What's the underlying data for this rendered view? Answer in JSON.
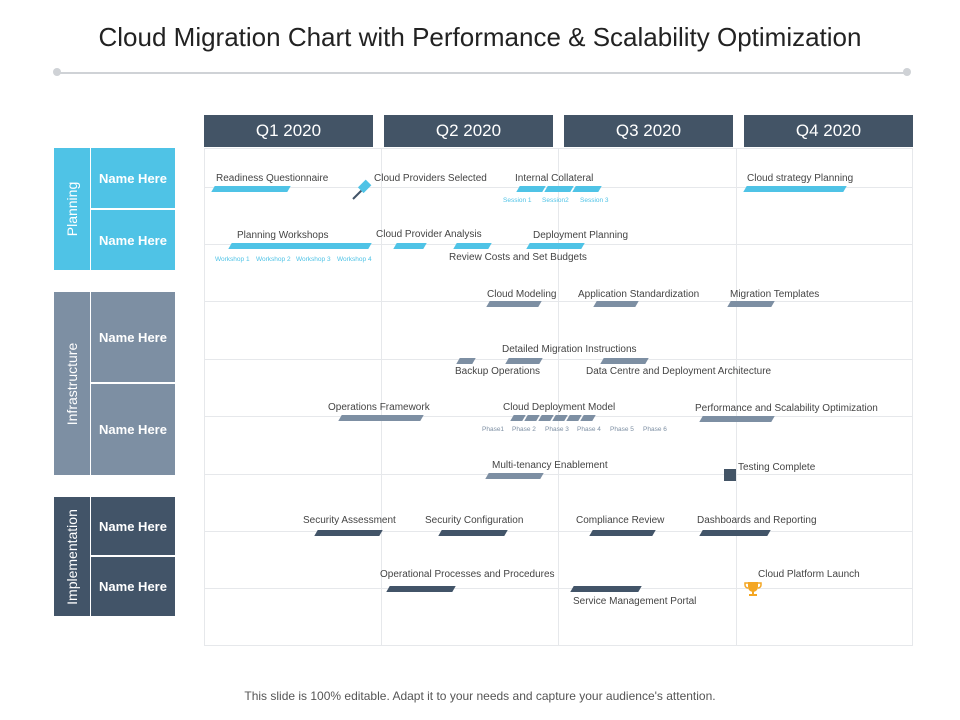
{
  "title": "Cloud Migration Chart with Performance & Scalability Optimization",
  "quarters": [
    "Q1 2020",
    "Q2 2020",
    "Q3 2020",
    "Q4 2020"
  ],
  "categories": [
    {
      "label": "Planning",
      "color": "#4fc3e6",
      "rows": [
        "Name Here",
        "Name Here"
      ]
    },
    {
      "label": "Infrastructure",
      "color": "#7d8fa3",
      "rows": [
        "Name Here",
        "Name Here"
      ]
    },
    {
      "label": "Implementation",
      "color": "#425468",
      "rows": [
        "Name Here",
        "Name Here"
      ]
    }
  ],
  "tasks": {
    "readiness_questionnaire": "Readiness Questionnaire",
    "cloud_providers_selected": "Cloud Providers Selected",
    "internal_collateral": "Internal Collateral",
    "cloud_strategy_planning": "Cloud strategy Planning",
    "planning_workshops": "Planning Workshops",
    "cloud_provider_analysis": "Cloud Provider Analysis",
    "deployment_planning": "Deployment Planning",
    "review_costs": "Review Costs and Set Budgets",
    "cloud_modeling": "Cloud Modeling",
    "application_standardization": "Application Standardization",
    "migration_templates": "Migration Templates",
    "detailed_migration_instructions": "Detailed Migration Instructions",
    "backup_operations": "Backup Operations",
    "data_centre": "Data Centre and Deployment Architecture",
    "operations_framework": "Operations Framework",
    "cloud_deployment_model": "Cloud Deployment Model",
    "performance_scalability": "Performance and Scalability Optimization",
    "multi_tenancy": "Multi-tenancy Enablement",
    "testing_complete": "Testing Complete",
    "security_assessment": "Security Assessment",
    "security_configuration": "Security Configuration",
    "compliance_review": "Compliance Review",
    "dashboards_reporting": "Dashboards and Reporting",
    "operational_processes": "Operational Processes and Procedures",
    "cloud_platform_launch": "Cloud Platform Launch",
    "service_management_portal": "Service Management Portal"
  },
  "sessions": [
    "Session  1",
    "Session2",
    "Session  3"
  ],
  "workshops": [
    "Workshop 1",
    "Workshop 2",
    "Workshop 3",
    "Workshop 4"
  ],
  "phases": [
    "Phase1",
    "Phase  2",
    "Phase  3",
    "Phase  4",
    "Phase  5",
    "Phase  6"
  ],
  "icons": [
    "pin-icon",
    "trophy-icon",
    "milestone-square-icon"
  ],
  "footer": "This slide is 100% editable. Adapt it to your needs and capture your audience's attention."
}
